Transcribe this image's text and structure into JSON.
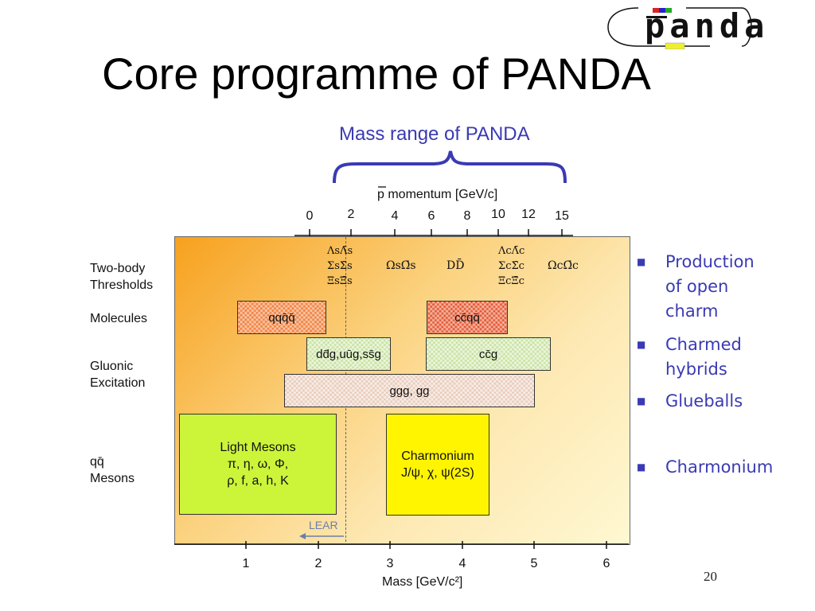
{
  "slide": {
    "title": "Core programme of PANDA",
    "logo_text": "panda",
    "mass_range_label": "Mass range of PANDA",
    "page_number": "20"
  },
  "top_axis": {
    "label": "p momentum [GeV/c]",
    "ticks": [
      "0",
      "2",
      "4",
      "6",
      "8",
      "10",
      "12",
      "15"
    ]
  },
  "bottom_axis": {
    "label": "Mass [GeV/c²]",
    "ticks": [
      "1",
      "2",
      "3",
      "4",
      "5",
      "6"
    ]
  },
  "row_labels": {
    "two_body": [
      "Two-body",
      "Thresholds"
    ],
    "molecules": "Molecules",
    "gluonic": [
      "Gluonic",
      "Excitation"
    ],
    "mesons": [
      "qq̄",
      "Mesons"
    ]
  },
  "thresholds": {
    "lambda_sigma_xi_s": [
      "ΛsΛ̄s",
      "ΣsΣ̄s",
      "ΞsΞ̄s"
    ],
    "omega_s": "ΩsΩ̄s",
    "d_dbar": "DD̄",
    "lambda_sigma_xi_c": [
      "ΛcΛ̄c",
      "ΣcΣ̄c",
      "ΞcΞ̄c"
    ],
    "omega_c": "ΩcΩ̄c"
  },
  "boxes": {
    "qqqq": "qqq̄q̄",
    "ccqq": "cc̄qq̄",
    "light_hybrids": "dd̄g,uūg,ss̄g",
    "ccg": "cc̄g",
    "glueballs": "ggg, gg",
    "light_mesons": [
      "Light Mesons",
      "π, η, ω, Φ,",
      "ρ, f, a, h, K"
    ],
    "charmonium": [
      "Charmonium",
      "J/ψ, χ, ψ(2S)"
    ]
  },
  "lear_label": "LEAR",
  "bullets": [
    {
      "lines": [
        "Production",
        "of open",
        "charm"
      ]
    },
    {
      "lines": [
        "Charmed",
        "hybrids"
      ]
    },
    {
      "lines": [
        "Glueballs"
      ]
    },
    {
      "lines": [
        "Charmonium"
      ]
    }
  ],
  "colors": {
    "accent_blue": "#3a3ab4",
    "orange_gradient_start": "#f7a11e",
    "light_mesons_box": "#ccf53a",
    "charmonium_box": "#fff500"
  }
}
